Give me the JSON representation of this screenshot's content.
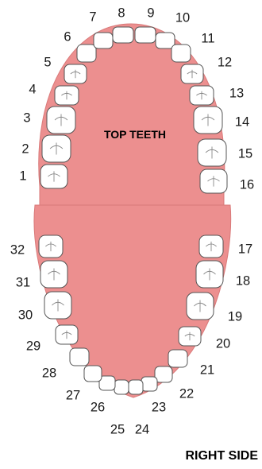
{
  "labels": {
    "center": "TOP TEETH",
    "side": "RIGHT SIDE"
  },
  "colors": {
    "gum": "#ec8f8f",
    "gum_light": "#f4b3b3",
    "gum_outline": "#d97a7a",
    "tooth_fill": "#ffffff",
    "tooth_stroke": "#555555"
  },
  "teeth": [
    {
      "number": "1"
    },
    {
      "number": "2"
    },
    {
      "number": "3"
    },
    {
      "number": "4"
    },
    {
      "number": "5"
    },
    {
      "number": "6"
    },
    {
      "number": "7"
    },
    {
      "number": "8"
    },
    {
      "number": "9"
    },
    {
      "number": "10"
    },
    {
      "number": "11"
    },
    {
      "number": "12"
    },
    {
      "number": "13"
    },
    {
      "number": "14"
    },
    {
      "number": "15"
    },
    {
      "number": "16"
    },
    {
      "number": "17"
    },
    {
      "number": "18"
    },
    {
      "number": "19"
    },
    {
      "number": "20"
    },
    {
      "number": "21"
    },
    {
      "number": "22"
    },
    {
      "number": "23"
    },
    {
      "number": "24"
    },
    {
      "number": "25"
    },
    {
      "number": "26"
    },
    {
      "number": "27"
    },
    {
      "number": "28"
    },
    {
      "number": "29"
    },
    {
      "number": "30"
    },
    {
      "number": "31"
    },
    {
      "number": "32"
    }
  ]
}
